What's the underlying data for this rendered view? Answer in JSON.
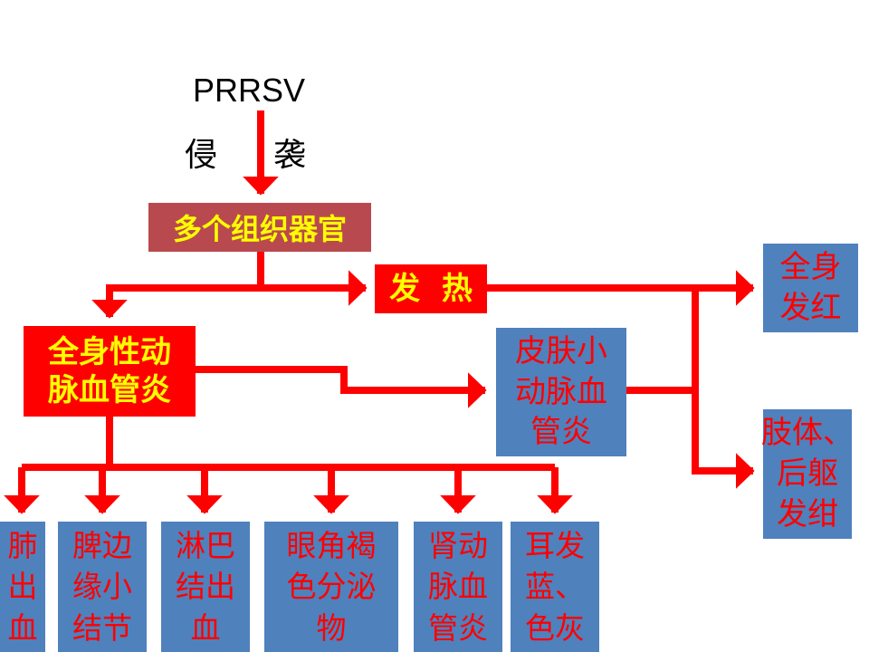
{
  "title": "PRRSV",
  "invade": [
    "侵",
    "袭"
  ],
  "organs": "多个组织器官",
  "fever": "发  热",
  "vasculitis": [
    "全身性动",
    "脉血管炎"
  ],
  "skin": [
    "皮肤小",
    "动脉血",
    "管炎"
  ],
  "red_body": [
    "全身",
    "发红"
  ],
  "cyanosis": [
    "肢体、",
    "后躯",
    "发绀"
  ],
  "bottom": [
    [
      "肺",
      "出",
      "血"
    ],
    [
      "脾边",
      "缘小",
      "结节"
    ],
    [
      "淋巴",
      "结出",
      "血"
    ],
    [
      "眼角褐",
      "色分泌",
      "物"
    ],
    [
      "肾动",
      "脉血",
      "管炎"
    ],
    [
      "耳发",
      "蓝、",
      "色灰"
    ]
  ],
  "colors": {
    "arrow": "#ff0000",
    "red_box": "#ff0000",
    "brown_box": "#b84a4f",
    "blue_box": "#4f81bd",
    "yellow_text": "#ffff00"
  }
}
